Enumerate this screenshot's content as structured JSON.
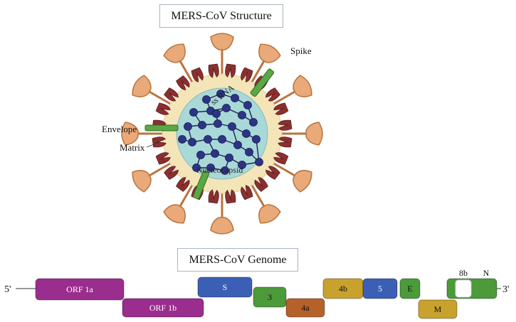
{
  "structure": {
    "title": "MERS-CoV Structure",
    "labels": {
      "spike": "Spike",
      "envelope": "Envelope",
      "matrix": "Matrix",
      "rna": "ss RNA",
      "nucleocapsid": "Nucleocapsid"
    }
  },
  "genome": {
    "title": "MERS-CoV Genome",
    "five_prime": "5'",
    "three_prime": "3'",
    "genes": [
      {
        "label": "ORF 1a",
        "color": "#9b2d8f"
      },
      {
        "label": "ORF 1b",
        "color": "#9b2d8f"
      },
      {
        "label": "S",
        "color": "#3a5fb5"
      },
      {
        "label": "3",
        "color": "#4c9a3a"
      },
      {
        "label": "4a",
        "color": "#b5612a"
      },
      {
        "label": "4b",
        "color": "#c9a22d"
      },
      {
        "label": "5",
        "color": "#3a5fb5"
      },
      {
        "label": "E",
        "color": "#4c9a3a"
      },
      {
        "label": "M",
        "color": "#c9a22d"
      },
      {
        "label": "8b",
        "color": "#ffffff"
      },
      {
        "label": "N",
        "color": "#4c9a3a"
      }
    ]
  },
  "colors": {
    "spike": "#e9a978",
    "spike_stroke": "#b8743e",
    "matrix_protein": "#8b2f2f",
    "envelope_protein": "#5aa844",
    "capsid_fill": "#a8d8d8",
    "membrane": "#f3e5b8",
    "rna_node": "#2c3585",
    "rna_line": "#1e2455"
  }
}
